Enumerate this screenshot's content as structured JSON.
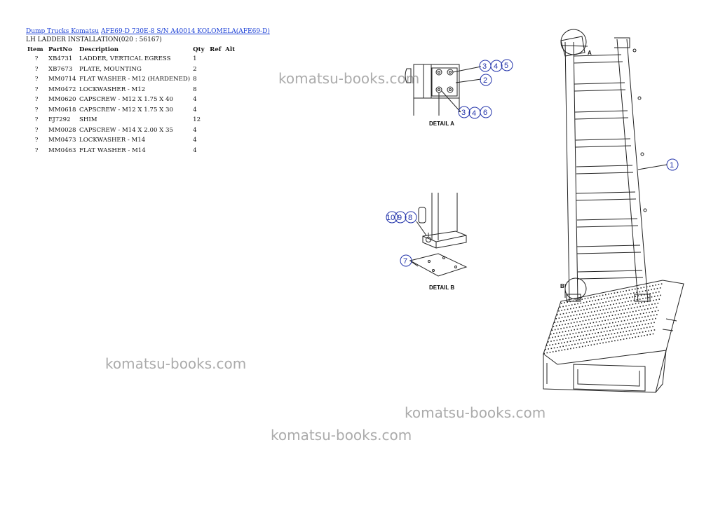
{
  "breadcrumb": {
    "link1": "Dump Trucks Komatsu",
    "link2": "AFE69-D 730E-8 S/N A40014 KOLOMELA(AFE69-D)"
  },
  "page_title": "LH LADDER INSTALLATION(020 : 56167)",
  "table": {
    "headers": [
      "Item",
      "PartNo",
      "Description",
      "Qty",
      "Ref",
      "Alt"
    ],
    "rows": [
      {
        "item": "?",
        "part": "XB4731",
        "desc": "LADDER, VERTICAL EGRESS",
        "qty": "1"
      },
      {
        "item": "?",
        "part": "XB7673",
        "desc": "PLATE, MOUNTING",
        "qty": "2"
      },
      {
        "item": "?",
        "part": "MM0714",
        "desc": "FLAT WASHER - M12 (HARDENED)",
        "qty": "8"
      },
      {
        "item": "?",
        "part": "MM0472",
        "desc": "LOCKWASHER - M12",
        "qty": "8"
      },
      {
        "item": "?",
        "part": "MM0620",
        "desc": "CAPSCREW - M12 X 1.75 X 40",
        "qty": "4"
      },
      {
        "item": "?",
        "part": "MM0618",
        "desc": "CAPSCREW - M12 X 1.75 X 30",
        "qty": "4"
      },
      {
        "item": "?",
        "part": "EJ7292",
        "desc": "SHIM",
        "qty": "12"
      },
      {
        "item": "?",
        "part": "MM0028",
        "desc": "CAPSCREW - M14 X 2.00 X 35",
        "qty": "4"
      },
      {
        "item": "?",
        "part": "MM0473",
        "desc": "LOCKWASHER - M14",
        "qty": "4"
      },
      {
        "item": "?",
        "part": "MM0463",
        "desc": "FLAT WASHER - M14",
        "qty": "4"
      }
    ]
  },
  "watermark_text": "komatsu-books.com",
  "diagram": {
    "detail_a": "DETAIL A",
    "detail_b": "DETAIL B",
    "view_a": "A",
    "view_b": "B",
    "callouts": {
      "c3a": "3",
      "c4a": "4",
      "c5a": "5",
      "c2": "2",
      "c3b": "3",
      "c4b": "4",
      "c6": "6",
      "c10": "10",
      "c9": "9",
      "c8": "8",
      "c7": "7",
      "c1": "1"
    }
  },
  "colors": {
    "link": "#1a3fd6",
    "callout": "#2233aa",
    "watermark": "#7a7a7a"
  }
}
